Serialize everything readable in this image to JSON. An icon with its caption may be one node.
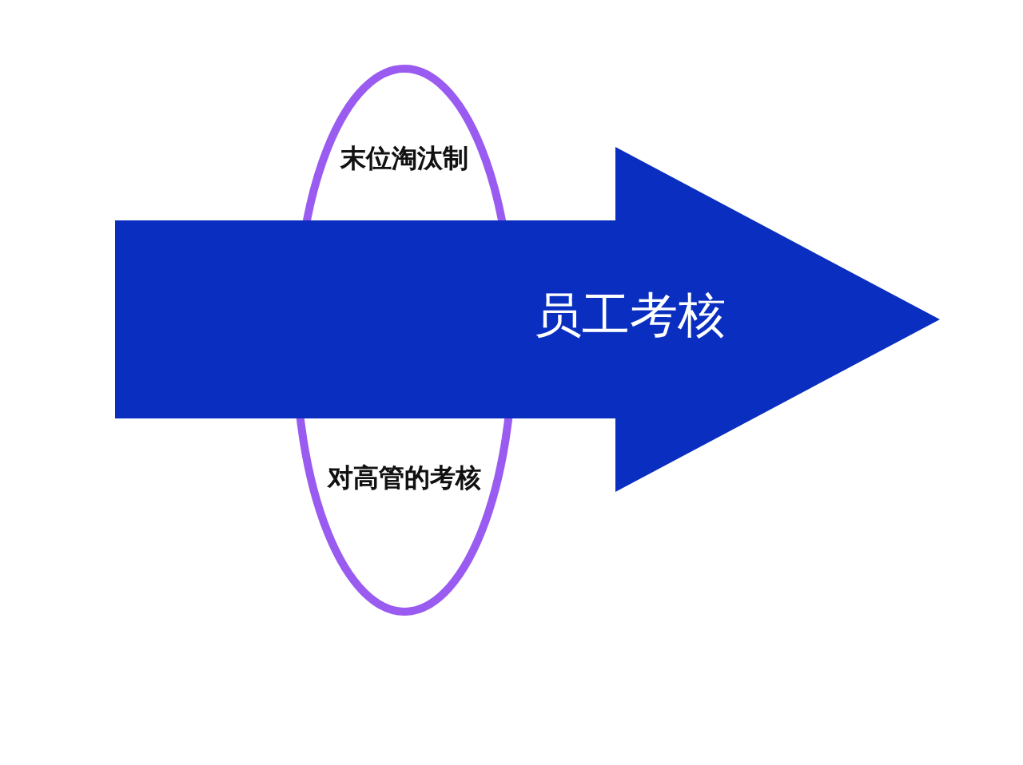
{
  "diagram": {
    "nodes": [
      {
        "text": [
          "末位淘汰制",
          "对高管的考核"
        ]
      },
      {
        "text": [
          "员工考核"
        ]
      }
    ]
  }
}
